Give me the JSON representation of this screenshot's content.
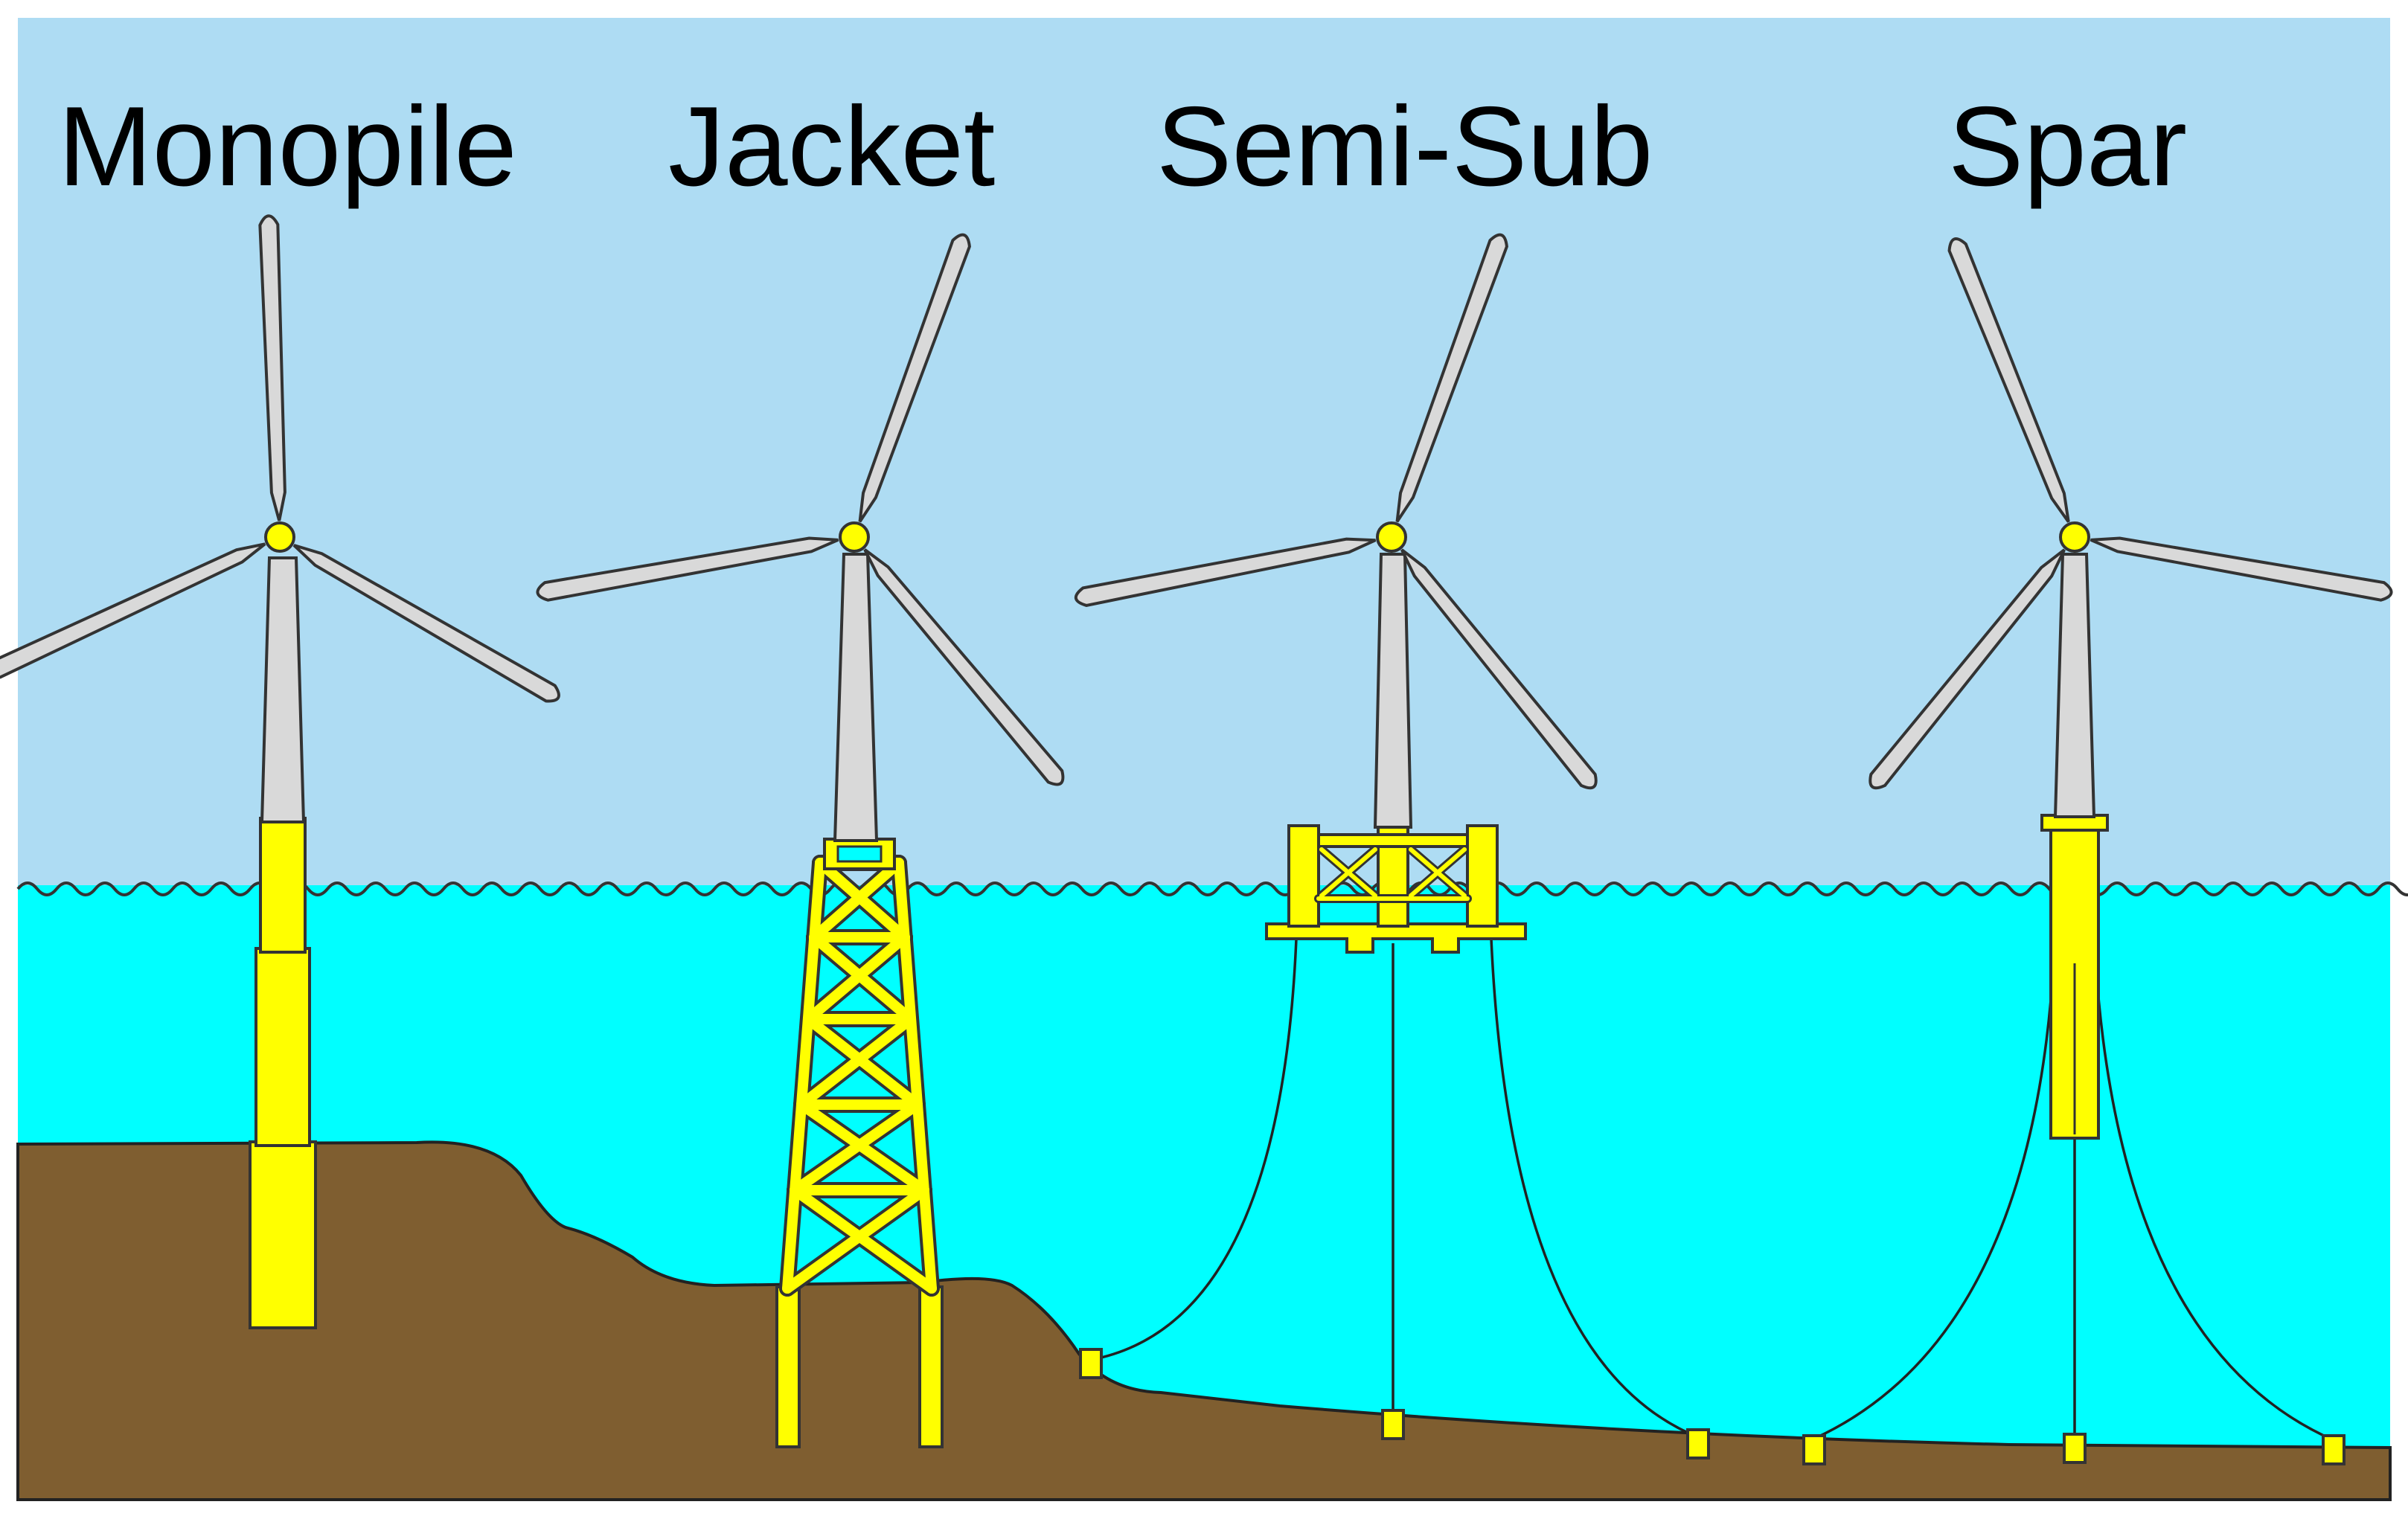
{
  "labels": {
    "monopile": "Monopile",
    "jacket": "Jacket",
    "semisub": "Semi-Sub",
    "spar": "Spar"
  },
  "colors": {
    "sky": "#AEDCF3",
    "sea": "#00FFFF",
    "seabed": "#7F5E30",
    "structure": "#FFFF00",
    "blade": "#D9D9D9",
    "outline": "#333333"
  }
}
